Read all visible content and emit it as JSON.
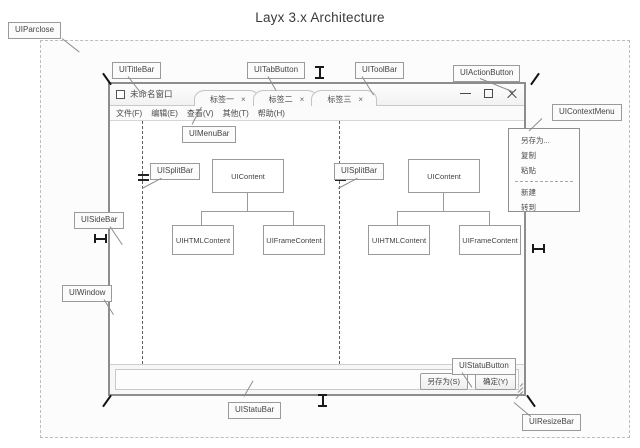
{
  "diagram": {
    "title": "Layx 3.x Architecture"
  },
  "window": {
    "title": "未命名窗口",
    "icon": "window-square-icon",
    "tabs": [
      {
        "label": "标签一",
        "close": "×"
      },
      {
        "label": "标签二",
        "close": "×"
      },
      {
        "label": "标签三",
        "close": "×"
      }
    ],
    "actions": [
      {
        "name": "minimize",
        "glyph": "—"
      },
      {
        "name": "maximize",
        "glyph": "□"
      },
      {
        "name": "close",
        "glyph": "✕"
      }
    ],
    "menubar": [
      "文件(F)",
      "编辑(E)",
      "查看(V)",
      "其他(T)",
      "帮助(H)"
    ],
    "statusbar": {
      "buttons": [
        "另存为(S)",
        "确定(Y)"
      ]
    }
  },
  "context_menu": {
    "items": [
      "另存为...",
      "复制",
      "粘贴",
      "新建",
      "转到"
    ],
    "divider_after_index": 2
  },
  "trees": {
    "left": {
      "parent": "UIContent",
      "children": [
        "UIHTMLContent",
        "UIFrameContent"
      ]
    },
    "right": {
      "parent": "UIContent",
      "children": [
        "UIHTMLContent",
        "UIFrameContent"
      ]
    }
  },
  "callouts": {
    "parclose": "UIParclose",
    "titlebar": "UITitleBar",
    "tabbutton": "UITabButton",
    "toolbar": "UIToolBar",
    "actionbutton": "UIActionButton",
    "contextmenu": "UIContextMenu",
    "menubar": "UIMenuBar",
    "splitbar_left": "UISplitBar",
    "splitbar_right": "UISplitBar",
    "sidebar": "UISideBar",
    "uiwindow": "UIWindow",
    "statubutton": "UIStatuButton",
    "statubar": "UIStatuBar",
    "resizebar": "UIResizeBar"
  },
  "colors": {
    "line": "#9a9a9a",
    "dashed": "#bdbdbd",
    "window_border": "#8d8d8d",
    "text": "#444444",
    "pointer": "#1a1a1a"
  }
}
